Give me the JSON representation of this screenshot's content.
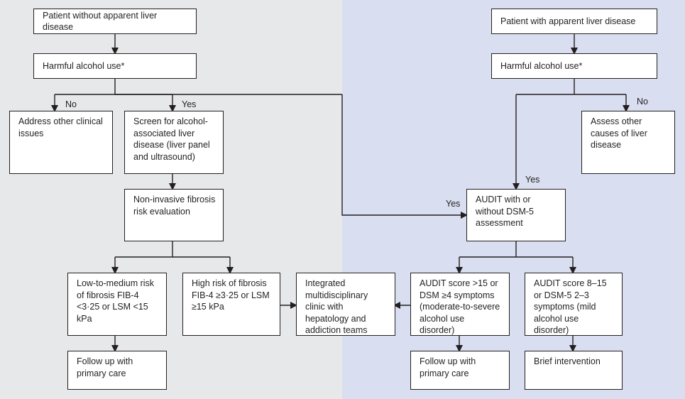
{
  "colors": {
    "left_panel": "#e7e8ea",
    "right_panel": "#d9dff0",
    "line": "#231f20",
    "box": "#ffffff"
  },
  "left": {
    "start": "Patient without apparent liver disease",
    "harmful": "Harmful alcohol use*",
    "no_label": "No",
    "yes_label": "Yes",
    "address": "Address other clinical issues",
    "screen": "Screen for alcohol-associated liver disease (liver panel and ultrasound)",
    "noninvasive": "Non-invasive fibrosis risk evaluation",
    "low_risk": "Low-to-medium risk of fibrosis FIB-4 <3·25 or LSM <15 kPa",
    "high_risk": "High risk of fibrosis FIB-4 ≥3·25 or LSM ≥15 kPa",
    "follow_up": "Follow up with primary care"
  },
  "center": {
    "integrated": "Integrated multidisciplinary clinic with hepatology and addiction teams",
    "yes_label": "Yes"
  },
  "right": {
    "start": "Patient with apparent liver disease",
    "harmful": "Harmful alcohol use*",
    "no_label": "No",
    "yes_label": "Yes",
    "assess": "Assess other causes of liver disease",
    "audit": "AUDIT with or without DSM-5 assessment",
    "severe": "AUDIT score >15 or DSM ≥4 symptoms (moderate-to-severe alcohol use disorder)",
    "mild": "AUDIT score 8–15 or DSM-5 2–3 symptoms (mild alcohol use disorder)",
    "follow_up": "Follow up with primary care",
    "brief": "Brief intervention"
  }
}
